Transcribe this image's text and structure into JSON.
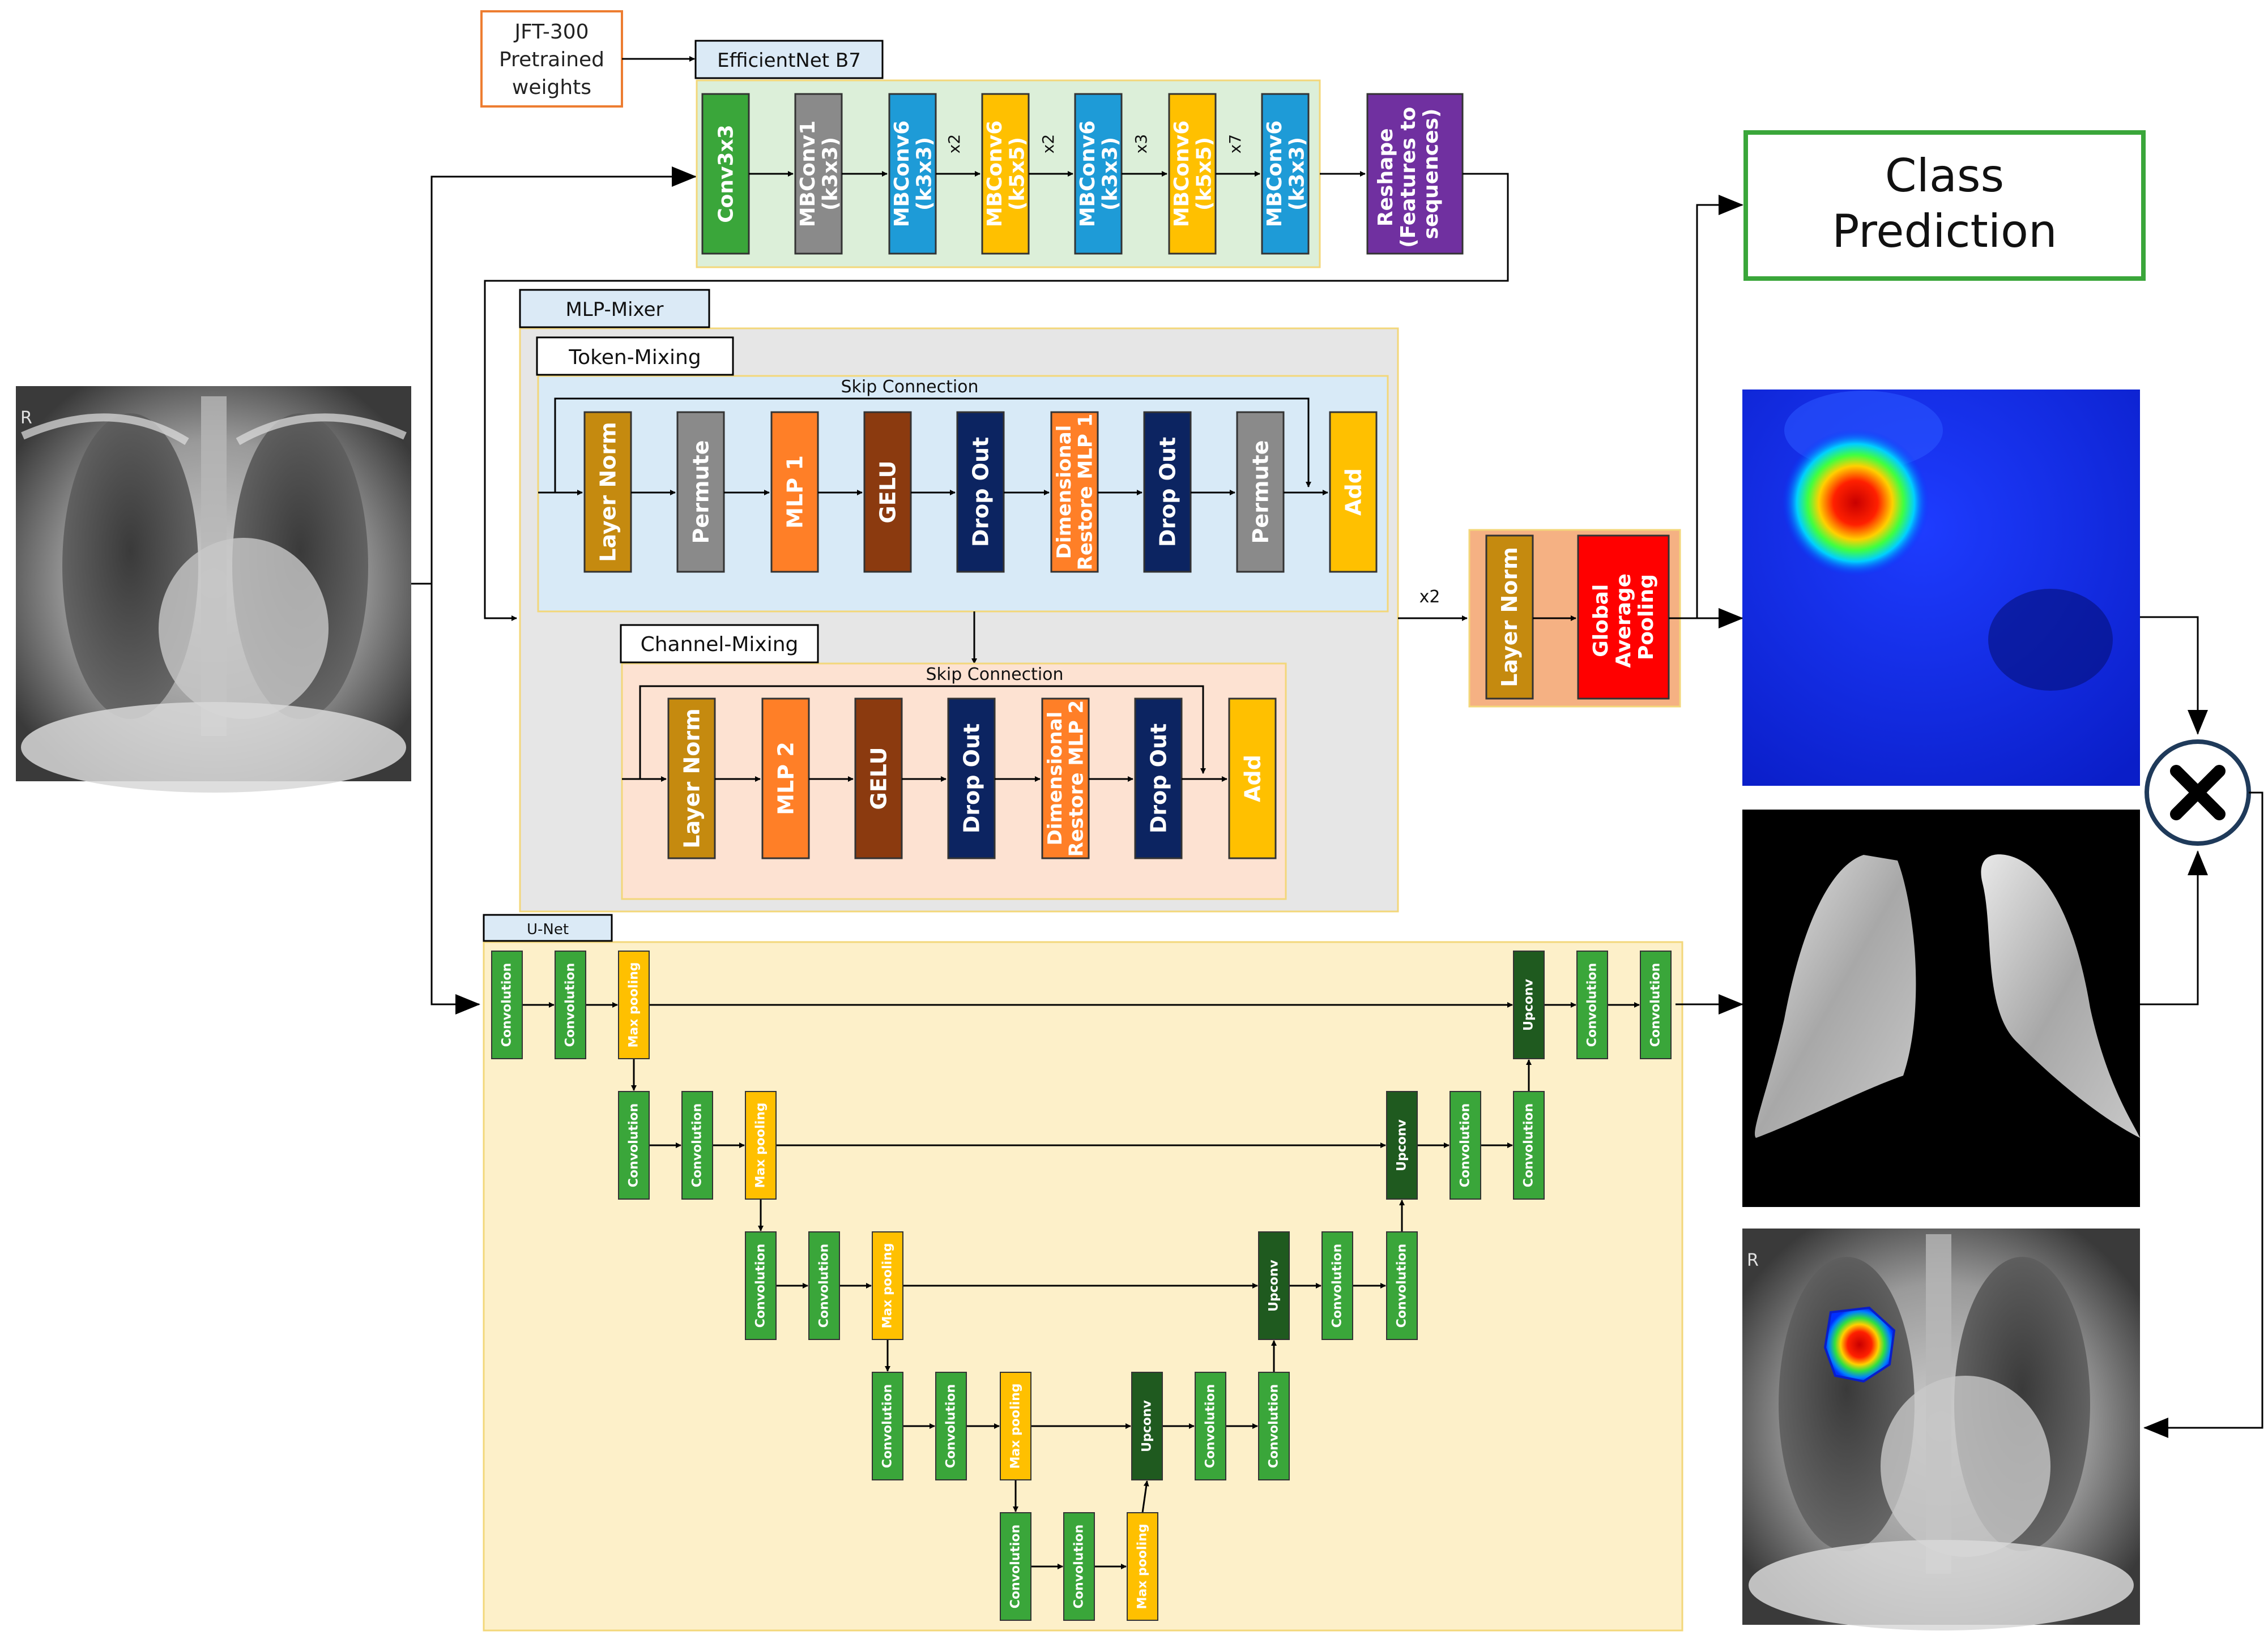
{
  "colors": {
    "green": "#3aa63a",
    "gray": "#8a8a8a",
    "blue": "#1e9bd7",
    "yellow": "#ffc000",
    "purple": "#7030a0",
    "goldbrown": "#c58a0f",
    "orange": "#ff7f27",
    "brown": "#8b3a0f",
    "navy": "#0c2461",
    "red": "#ff0000",
    "darkgreen": "#1f5a1f",
    "effnet_bg": "#dcefd9",
    "mixer_bg": "#e6e6e6",
    "token_bg": "#d8eaf7",
    "channel_bg": "#fde2d2",
    "unet_bg": "#fdf0c9",
    "pool_bg": "#f5b183",
    "header_fill": "#dbeaf6"
  },
  "pretrained": {
    "label_lines": [
      "JFT-300",
      "Pretrained",
      "weights"
    ]
  },
  "efficientnet": {
    "title": "EfficientNet B7",
    "blocks": [
      {
        "lines": [
          "Conv3x3"
        ],
        "color": "green"
      },
      {
        "lines": [
          "MBConv1",
          "(k3x3)"
        ],
        "color": "gray"
      },
      {
        "lines": [
          "MBConv6",
          "(k3x3)"
        ],
        "color": "blue"
      },
      {
        "lines": [
          "MBConv6",
          "(k5x5)"
        ],
        "color": "yellow"
      },
      {
        "lines": [
          "MBConv6",
          "(k3x3)"
        ],
        "color": "blue"
      },
      {
        "lines": [
          "MBConv6",
          "(k5x5)"
        ],
        "color": "yellow"
      },
      {
        "lines": [
          "MBConv6",
          "(k3x3)"
        ],
        "color": "blue"
      }
    ],
    "repeats": [
      "x2",
      "x2",
      "x3",
      "x7"
    ],
    "reshape_lines": [
      "Reshape",
      "(Features to",
      "sequences)"
    ]
  },
  "mlp_mixer": {
    "title": "MLP-Mixer",
    "token": {
      "title": "Token-Mixing",
      "skip": "Skip Connection",
      "blocks": [
        {
          "lines": [
            "Layer Norm"
          ],
          "color": "goldbrown"
        },
        {
          "lines": [
            "Permute"
          ],
          "color": "gray"
        },
        {
          "lines": [
            "MLP 1"
          ],
          "color": "orange"
        },
        {
          "lines": [
            "GELU"
          ],
          "color": "brown"
        },
        {
          "lines": [
            "Drop Out"
          ],
          "color": "navy"
        },
        {
          "lines": [
            "Dimensional",
            "Restore MLP 1"
          ],
          "color": "orange"
        },
        {
          "lines": [
            "Drop Out"
          ],
          "color": "navy"
        },
        {
          "lines": [
            "Permute"
          ],
          "color": "gray"
        },
        {
          "lines": [
            "Add"
          ],
          "color": "yellow"
        }
      ]
    },
    "channel": {
      "title": "Channel-Mixing",
      "skip": "Skip Connection",
      "blocks": [
        {
          "lines": [
            "Layer Norm"
          ],
          "color": "goldbrown"
        },
        {
          "lines": [
            "MLP 2"
          ],
          "color": "orange"
        },
        {
          "lines": [
            "GELU"
          ],
          "color": "brown"
        },
        {
          "lines": [
            "Drop Out"
          ],
          "color": "navy"
        },
        {
          "lines": [
            "Dimensional",
            "Restore MLP 2"
          ],
          "color": "orange"
        },
        {
          "lines": [
            "Drop Out"
          ],
          "color": "navy"
        },
        {
          "lines": [
            "Add"
          ],
          "color": "yellow"
        }
      ]
    },
    "repeat": "x2"
  },
  "pooling": {
    "layer_norm": [
      "Layer Norm"
    ],
    "gap": [
      "Global",
      "Average",
      "Pooling"
    ]
  },
  "class_prediction": {
    "lines": [
      "Class",
      "Prediction"
    ]
  },
  "unet": {
    "title": "U-Net",
    "conv": "Convolution",
    "pool": "Max pooling",
    "upconv": "Upconv"
  },
  "xray_marker": "R"
}
